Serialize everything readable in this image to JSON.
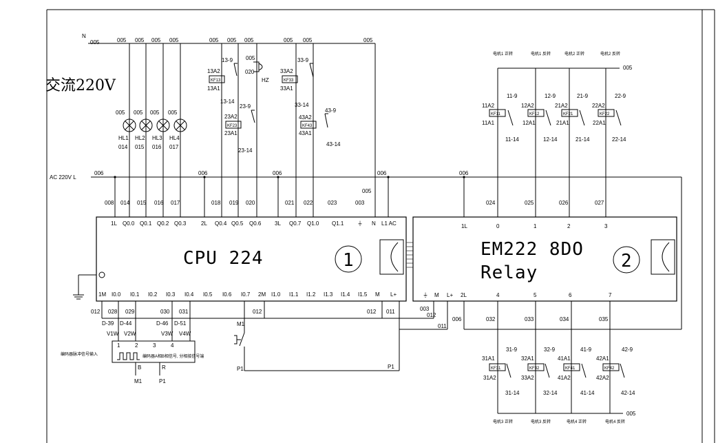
{
  "title": "交流220V",
  "supply": {
    "neutral_label": "N",
    "neutral_wire": "005",
    "line_label": "AC 220V  L",
    "line_wire": "006"
  },
  "lamps": [
    {
      "wire": "005",
      "name": "HL1",
      "output": "014"
    },
    {
      "wire": "005",
      "name": "HL2",
      "output": "015"
    },
    {
      "wire": "005",
      "name": "HL3",
      "output": "016"
    },
    {
      "wire": "005",
      "name": "HL4",
      "output": "017"
    }
  ],
  "buzzer": {
    "wire": "005",
    "coil": "020",
    "name": "HZ"
  },
  "coils_top": [
    {
      "code": "KF13",
      "a2": "13A2",
      "a1": "13A1",
      "c1": "13-9",
      "c2": "13-14"
    },
    {
      "code": "KF23",
      "a2": "23A2",
      "a1": "23A1",
      "c1": "23-9",
      "c2": "23-14"
    },
    {
      "code": "KF33",
      "a2": "33A2",
      "a1": "33A1",
      "c1": "33-9",
      "c2": "33-14"
    },
    {
      "code": "KF43",
      "a2": "43A2",
      "a1": "43A1",
      "c1": "43-9",
      "c2": "43-14"
    }
  ],
  "top_bus_wires": [
    "005",
    "005",
    "005",
    "005",
    "005",
    "005",
    "005",
    "005",
    "005"
  ],
  "line_bus_wires": [
    "006",
    "006",
    "006",
    "006",
    "006"
  ],
  "cpu": {
    "name": "CPU 224",
    "number": "1",
    "top_terminals": [
      "1L",
      "Q0.0",
      "Q0.1",
      "Q0.2",
      "Q0.3",
      "2L",
      "Q0.4",
      "Q0.5",
      "Q0.6",
      "3L",
      "Q0.7",
      "Q1.0",
      "Q1.1",
      "⏚",
      "N",
      "L1 AC"
    ],
    "top_wires": [
      "008",
      "014",
      "015",
      "016",
      "017",
      "018",
      "019",
      "020",
      "021",
      "022",
      "023",
      "003"
    ],
    "top_extra_wire": "005",
    "bottom_terminals": [
      "1M",
      "I0.0",
      "I0.1",
      "I0.2",
      "I0.3",
      "I0.4",
      "I0.5",
      "I0.6",
      "I0.7",
      "2M",
      "I1.0",
      "I1.1",
      "I1.2",
      "I1.3",
      "I1.4",
      "I1.5",
      "M",
      "L+"
    ],
    "bottom_wires": [
      "012",
      "028",
      "029",
      "030",
      "031",
      "012",
      "012",
      "011"
    ]
  },
  "em": {
    "name": "EM222 8DO",
    "subtitle": "Relay",
    "number": "2",
    "top_terminals": [
      "1L",
      "0",
      "1",
      "2",
      "3"
    ],
    "top_wires": [
      "024",
      "025",
      "026",
      "027"
    ],
    "bottom_terminals": [
      "⏚",
      "M",
      "L+",
      "2L",
      "4",
      "5",
      "6",
      "7"
    ],
    "bottom_wires": [
      "032",
      "033",
      "034",
      "035"
    ],
    "side_wires": [
      "003",
      "012",
      "011",
      "006"
    ]
  },
  "coils_right_top": [
    {
      "code": "KF11",
      "a2": "11A2",
      "a1": "11A1",
      "c1": "11-9",
      "c2": "11-14",
      "head": "电机1 正转"
    },
    {
      "code": "KF12",
      "a2": "12A2",
      "a1": "12A1",
      "c1": "12-9",
      "c2": "12-14",
      "head": "电机1 反转"
    },
    {
      "code": "KF21",
      "a2": "21A2",
      "a1": "21A1",
      "c1": "21-9",
      "c2": "21-14",
      "head": "电机2 正转"
    },
    {
      "code": "KF22",
      "a2": "22A2",
      "a1": "22A1",
      "c1": "22-9",
      "c2": "22-14",
      "head": "电机2 反转"
    }
  ],
  "right_top_bus_wire": "005",
  "coils_right_bottom": [
    {
      "code": "KF31",
      "a1": "31A1",
      "a2": "31A2",
      "c1": "31-9",
      "c2": "31-14",
      "foot": "电机3 正转"
    },
    {
      "code": "KF32",
      "a1": "32A1",
      "a2": "33A2",
      "c1": "32-9",
      "c2": "32-14",
      "foot": "电机3 反转"
    },
    {
      "code": "KF41",
      "a1": "41A1",
      "a2": "41A2",
      "c1": "41-9",
      "c2": "41-14",
      "foot": "电机4 正转"
    },
    {
      "code": "KF42",
      "a1": "42A1",
      "a2": "42A2",
      "c1": "42-9",
      "c2": "42-14",
      "foot": "电机4 反转"
    }
  ],
  "right_bottom_bus_wire": "005",
  "encoder": {
    "pins": [
      "1",
      "2",
      "3",
      "4"
    ],
    "wires": [
      "D-39",
      "D-44",
      "D-46",
      "D-51"
    ],
    "terminals": [
      "V1W",
      "V2W",
      "V3W",
      "V4W"
    ],
    "label": "编码器脉冲信号输入",
    "note": "编码器A相B相信号, 分相接信号端",
    "outs": [
      "B",
      "R"
    ],
    "out_wires": [
      "M1",
      "P1"
    ]
  },
  "switch": {
    "top": "M1",
    "left": "P1",
    "right": "P1"
  }
}
